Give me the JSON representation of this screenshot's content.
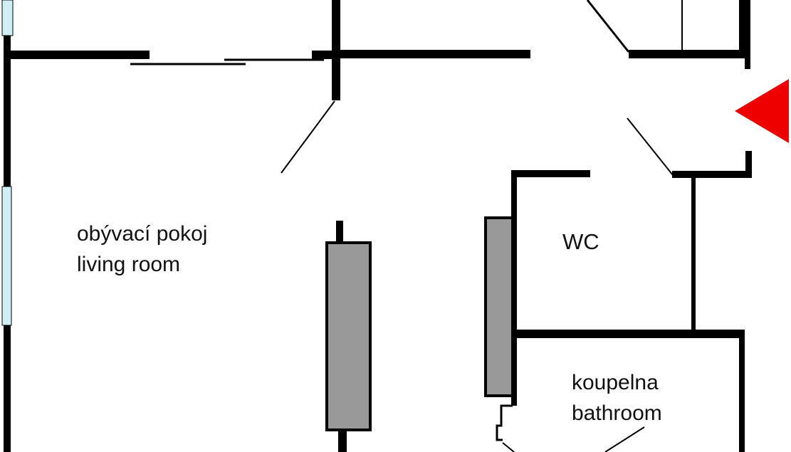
{
  "colors": {
    "wall": "#000000",
    "window": "#cfeff5",
    "fixture": "#999999",
    "entrance_marker": "#ee0000",
    "background": "#ffffff"
  },
  "rooms": {
    "living_room": {
      "label_cs": "obývací pokoj",
      "label_en": "living room"
    },
    "wc": {
      "label": "WC"
    },
    "bathroom": {
      "label_cs": "koupelna",
      "label_en": "bathroom"
    }
  },
  "icons": {
    "entrance": "entrance-arrow-icon"
  }
}
